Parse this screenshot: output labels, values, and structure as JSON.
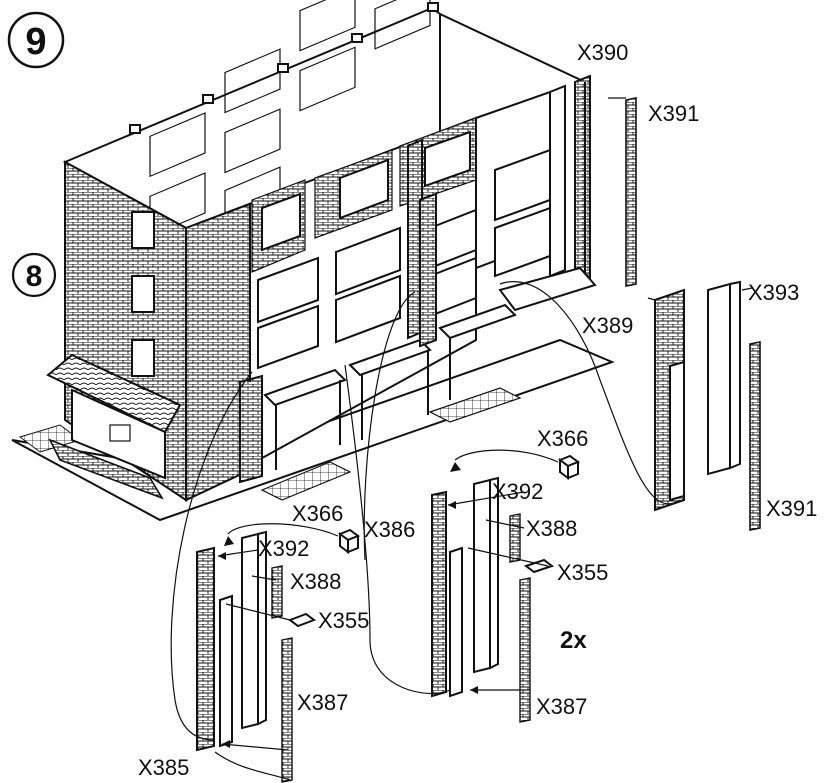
{
  "steps": {
    "current": "9",
    "previous": "8"
  },
  "multiplier": "2x",
  "parts": {
    "x390": "X390",
    "x391_top": "X391",
    "x393": "X393",
    "x389": "X389",
    "x391_right": "X391",
    "x366_right": "X366",
    "x392_right": "X392",
    "x388_right": "X388",
    "x355_right": "X355",
    "x387_right": "X387",
    "x366_left": "X366",
    "x386": "X386",
    "x392_left": "X392",
    "x388_left": "X388",
    "x355_left": "X355",
    "x387_left": "X387",
    "x385": "X385"
  },
  "colors": {
    "ink": "#111111",
    "paper": "#ffffff"
  }
}
